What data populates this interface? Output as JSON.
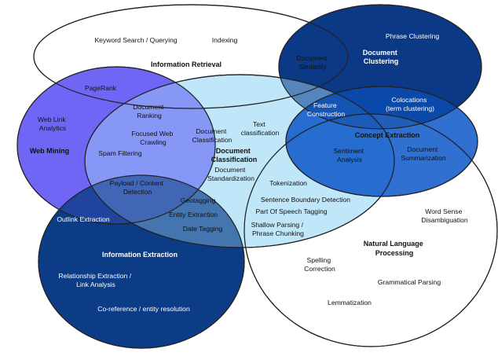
{
  "colors": {
    "information_retrieval": "#ffffff",
    "document_clustering": "#0b3a86",
    "web_mining": "#6f67f5",
    "document_classification": "#a8ddf6",
    "concept_extraction": "#0a57c8",
    "information_extraction": "#0c3c86",
    "natural_language_processing": "#ffffff"
  },
  "regions": {
    "information_retrieval": "Information Retrieval",
    "document_clustering": [
      "Document",
      "Clustering"
    ],
    "web_mining": "Web Mining",
    "document_classification": [
      "Document",
      "Classification"
    ],
    "concept_extraction": "Concept Extraction",
    "information_extraction": "Information Extraction",
    "natural_language_processing": [
      "Natural Language",
      "Processing"
    ]
  },
  "items": {
    "keyword_search": "Keyword Search / Querying",
    "indexing": "Indexing",
    "phrase_clustering": "Phrase Clustering",
    "document_similarity": [
      "Document",
      "Similarity"
    ],
    "pagerank": "PageRank",
    "document_ranking": [
      "Document",
      "Ranking"
    ],
    "feature_construction": [
      "Feature",
      "Construction"
    ],
    "colocations": [
      "Colocations",
      "(term clustering)"
    ],
    "web_link_analytics": [
      "Web Link",
      "Analytics"
    ],
    "focused_web_crawling": [
      "Focused Web",
      "Crawling"
    ],
    "doc_classification_item": [
      "Document",
      "Classification"
    ],
    "text_classification": [
      "Text",
      "classification"
    ],
    "sentiment_analysis": [
      "Sentiment",
      "Analysis"
    ],
    "document_summarization": [
      "Document",
      "Summarization"
    ],
    "spam_filtering": "Spam Filtering",
    "document_standardization": [
      "Document",
      "Standardization"
    ],
    "tokenization": "Tokenization",
    "payload_detection": [
      "Payload / Content",
      "Detection"
    ],
    "geotagging": "Geotagging",
    "sentence_boundary": "Sentence Boundary Detection",
    "entity_extraction": "Entity Extraction",
    "pos_tagging": "Part Of Speech Tagging",
    "word_sense": [
      "Word Sense",
      "Disambiguation"
    ],
    "outlink_extraction": "Outlink Extraction",
    "date_tagging": "Date Tagging",
    "shallow_parsing": [
      "Shallow Parsing /",
      "Phrase Chunking"
    ],
    "relationship_extraction": [
      "Relationship Extraction /",
      "Link Analysis"
    ],
    "spelling_correction": [
      "Spelling",
      "Correction"
    ],
    "grammatical_parsing": "Grammatical Parsing",
    "coreference": "Co-reference / entity resolution",
    "lemmatization": "Lemmatization"
  }
}
